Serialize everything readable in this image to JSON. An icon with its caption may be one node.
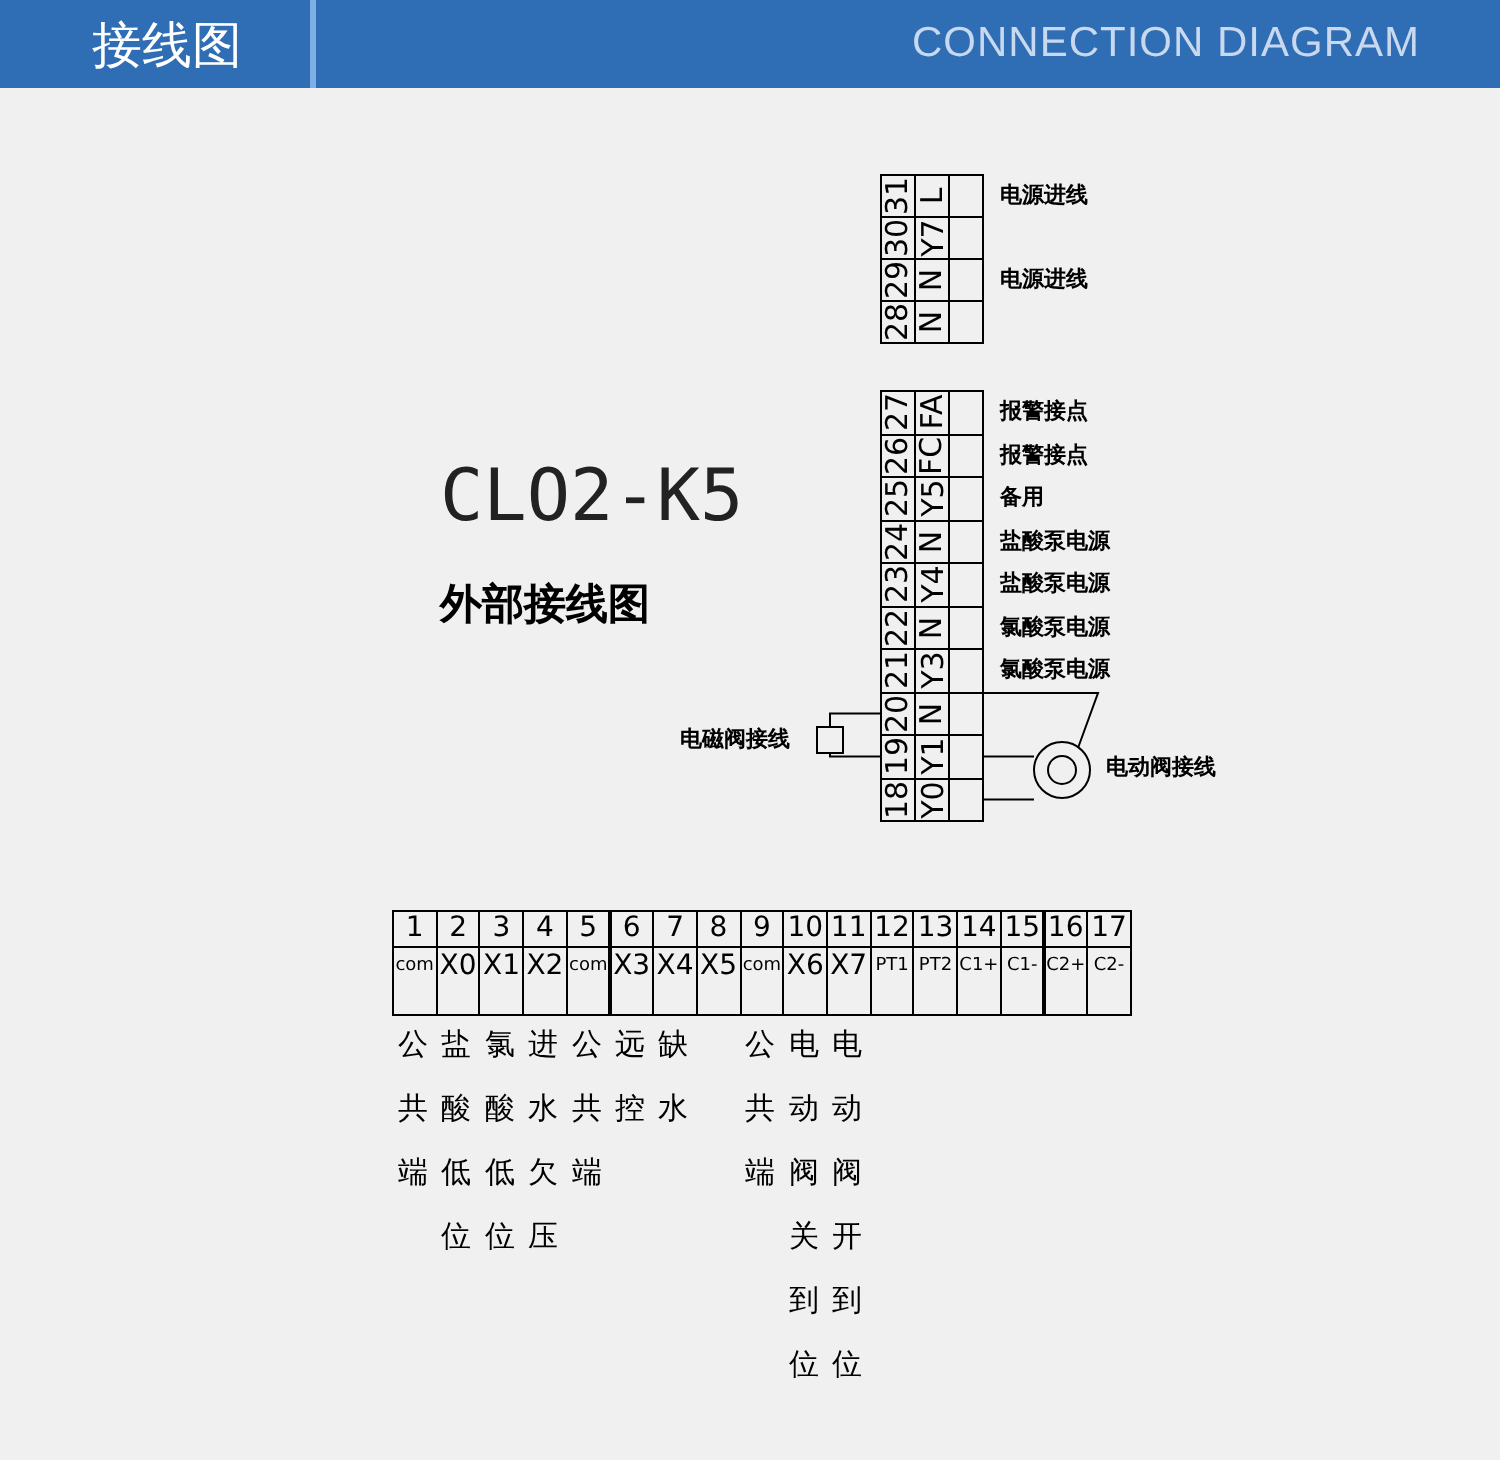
{
  "diagram": {
    "title": "接线图",
    "nodes": [
      {
        "text": [
          "31",
          "L"
        ],
        "beside": [
          "电源进线"
        ]
      },
      {
        "text": [
          "30",
          "Y7"
        ]
      },
      {
        "text": [
          "29",
          "N"
        ],
        "beside": [
          "电源进线"
        ]
      },
      {
        "text": [
          "28",
          "N"
        ]
      },
      {
        "text": [
          "27",
          "FA"
        ],
        "beside": [
          "报警接点"
        ]
      },
      {
        "text": [
          "26",
          "FC"
        ],
        "beside": [
          "报警接点"
        ]
      },
      {
        "text": [
          "25",
          "Y5"
        ],
        "beside": [
          "备用"
        ]
      },
      {
        "text": [
          "24",
          "N"
        ],
        "beside": [
          "盐酸泵电源"
        ]
      },
      {
        "text": [
          "23",
          "Y4"
        ],
        "beside": [
          "盐酸泵电源"
        ]
      },
      {
        "text": [
          "22",
          "N"
        ],
        "beside": [
          "氯酸泵电源"
        ]
      },
      {
        "text": [
          "21",
          "Y3"
        ],
        "beside": [
          "氯酸泵电源"
        ]
      },
      {
        "text": [
          "20",
          "N"
        ]
      },
      {
        "text": [
          "19",
          "Y1"
        ]
      },
      {
        "text": [
          "18",
          "Y0"
        ]
      },
      {
        "text": [],
        "shape": "box",
        "beside": [
          "电磁阀接线"
        ]
      },
      {
        "text": [],
        "shape": "circle",
        "beside": [
          "电动阀接线"
        ]
      },
      {
        "text": [
          "1",
          "com"
        ],
        "beside": [
          "公共端"
        ]
      },
      {
        "text": [
          "2",
          "X0"
        ],
        "beside": [
          "盐酸低位"
        ]
      },
      {
        "text": [
          "3",
          "X1"
        ],
        "beside": [
          "氯酸低位"
        ]
      },
      {
        "text": [
          "4",
          "X2"
        ],
        "beside": [
          "进水欠压"
        ]
      },
      {
        "text": [
          "5",
          "com"
        ],
        "beside": [
          "公共端"
        ]
      },
      {
        "text": [
          "6",
          "X3"
        ],
        "beside": [
          "远控"
        ]
      },
      {
        "text": [
          "7",
          "X4"
        ],
        "beside": [
          "缺水"
        ]
      },
      {
        "text": [
          "8",
          "X5"
        ]
      },
      {
        "text": [
          "9",
          "com"
        ],
        "beside": [
          "公共端"
        ]
      },
      {
        "text": [
          "10",
          "X6"
        ],
        "beside": [
          "电动阀关到位"
        ]
      },
      {
        "text": [
          "11",
          "X7"
        ],
        "beside": [
          "电动阀开到位"
        ]
      },
      {
        "text": [
          "12",
          "PT1"
        ]
      },
      {
        "text": [
          "13",
          "PT2"
        ]
      },
      {
        "text": [
          "14",
          "C1+"
        ]
      },
      {
        "text": [
          "15",
          "C1-"
        ]
      },
      {
        "text": [
          "16",
          "C2+"
        ]
      },
      {
        "text": [
          "17",
          "C2-"
        ]
      }
    ],
    "edges": [
      {
        "from": 11,
        "to": 14,
        "arrow": "none"
      },
      {
        "from": 12,
        "to": 14,
        "arrow": "none"
      },
      {
        "from": 11,
        "to": 15,
        "arrow": "none"
      },
      {
        "from": 12,
        "to": 15,
        "arrow": "none"
      },
      {
        "from": 13,
        "to": 15,
        "arrow": "none"
      }
    ],
    "labels": [
      "CONNECTION DIAGRAM",
      "CLO2-K5",
      "外部接线图"
    ]
  }
}
